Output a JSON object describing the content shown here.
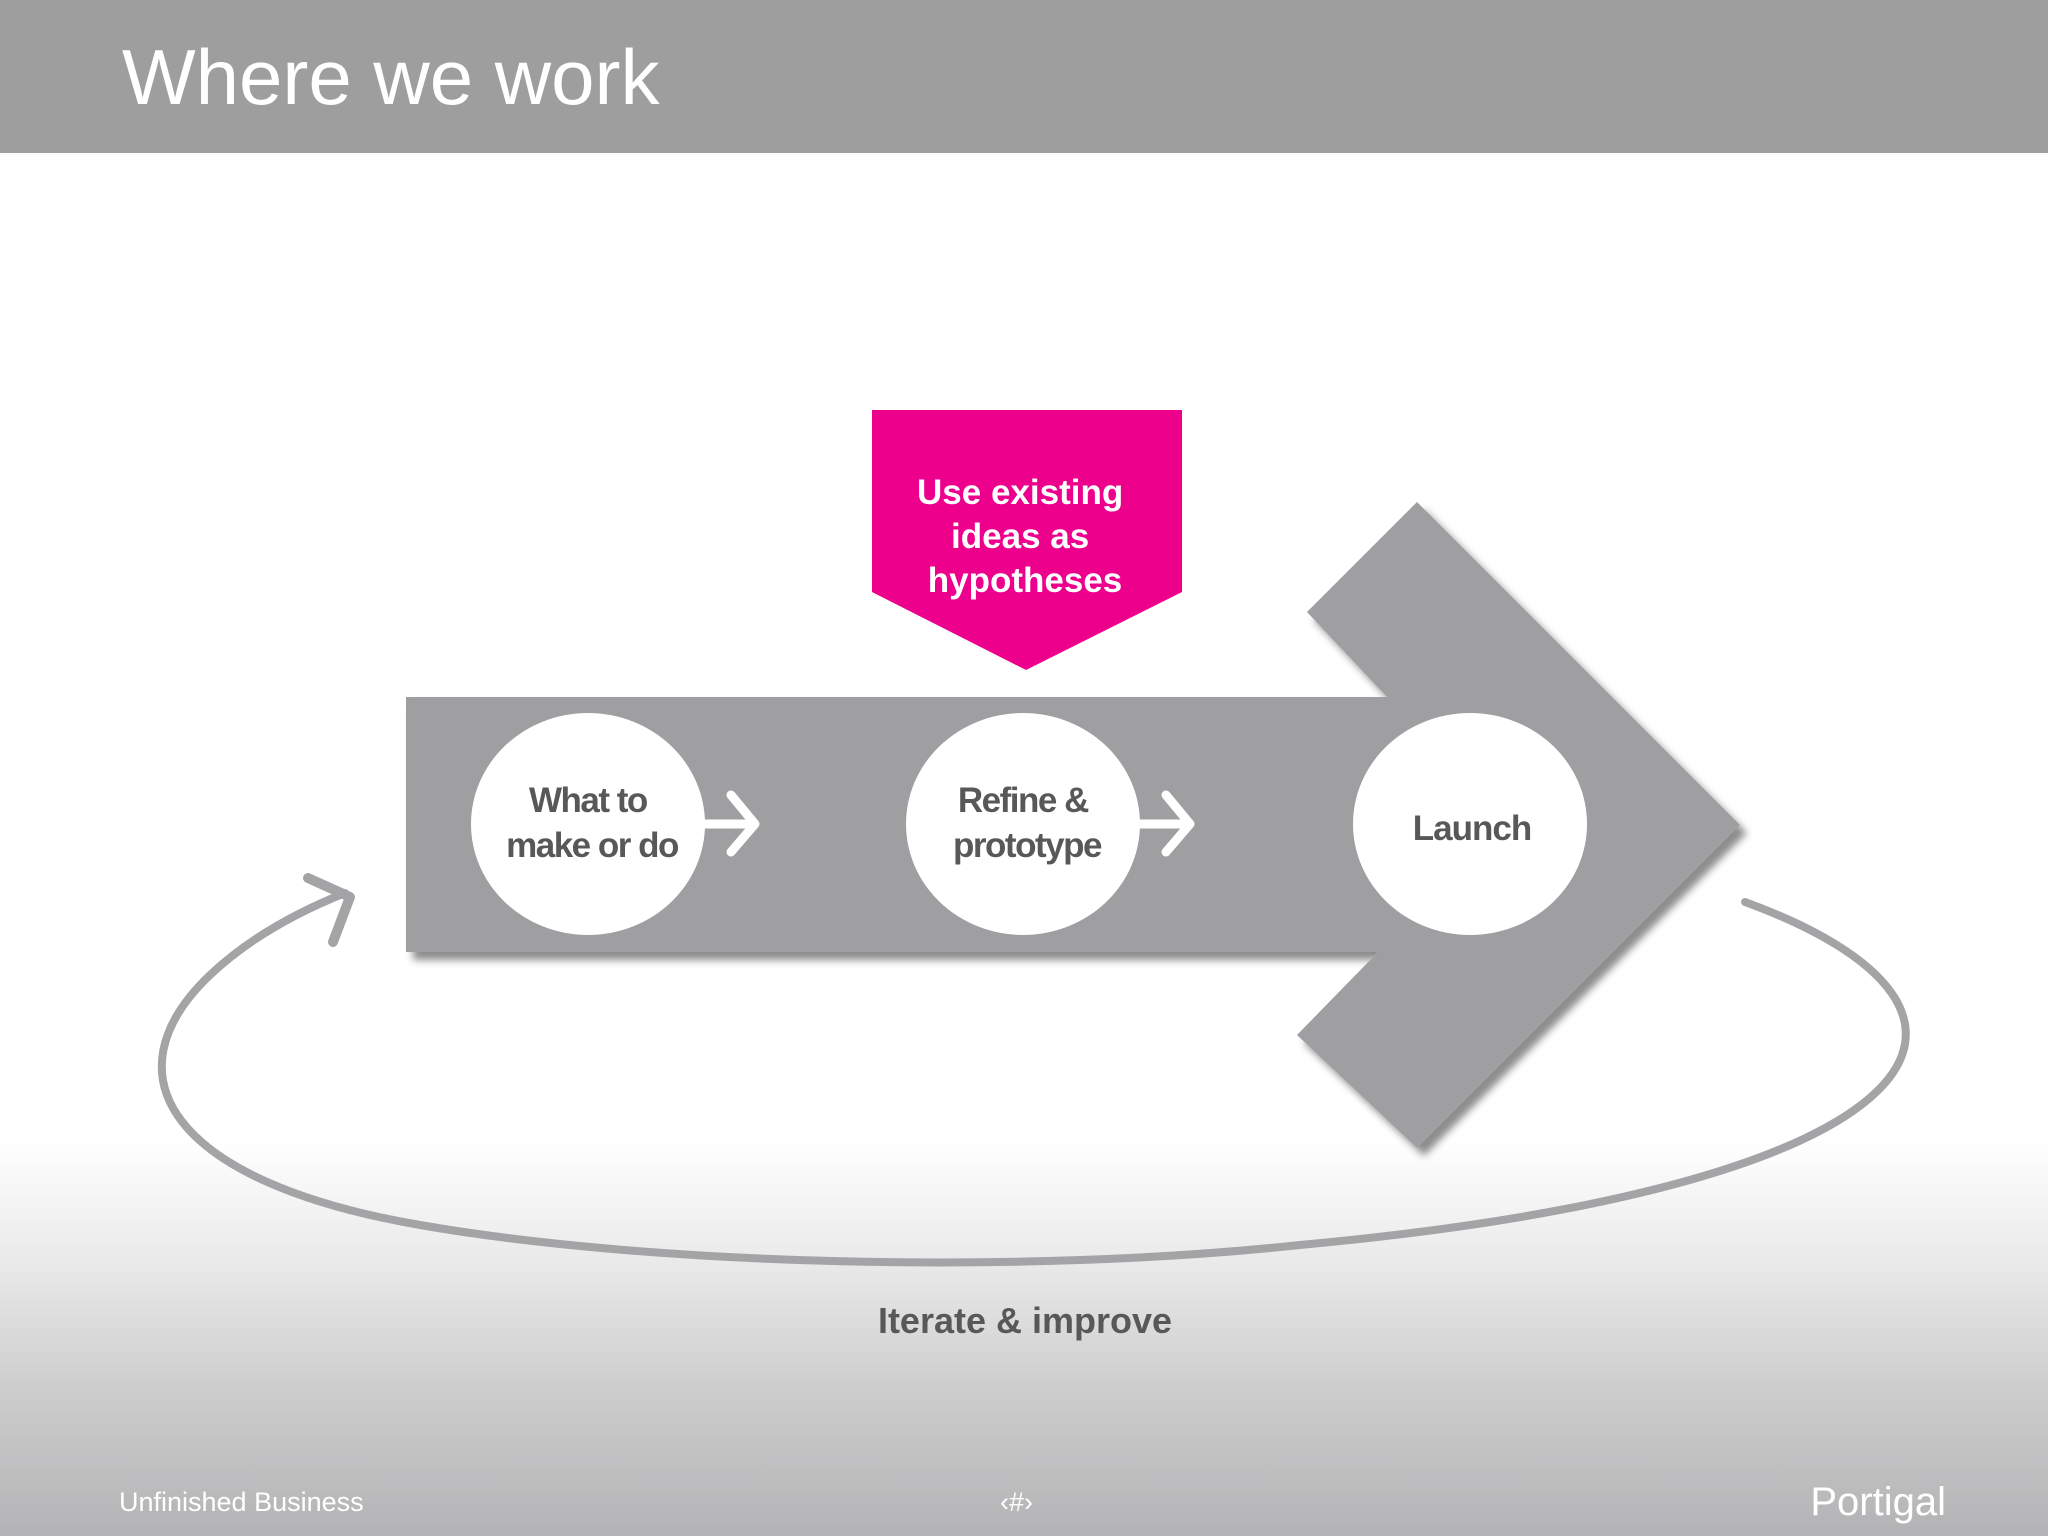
{
  "slide": {
    "title": "Where we work"
  },
  "callout": {
    "lines": [
      "Use existing",
      "ideas as",
      "hypotheses"
    ],
    "color": "#ec008c"
  },
  "steps": [
    {
      "lines": [
        "What to",
        "make or do"
      ]
    },
    {
      "lines": [
        "Refine &",
        "prototype"
      ]
    },
    {
      "lines": [
        "Launch"
      ]
    }
  ],
  "loop": {
    "label": "Iterate & improve"
  },
  "footer": {
    "left": "Unfinished Business",
    "center": "‹#›",
    "right": "Portigal"
  },
  "colors": {
    "header": "#9e9e9e",
    "arrow": "#9f9ea0",
    "accent": "#ec008c",
    "step_text": "#58585a",
    "loop_stroke": "#a4a4a6"
  }
}
